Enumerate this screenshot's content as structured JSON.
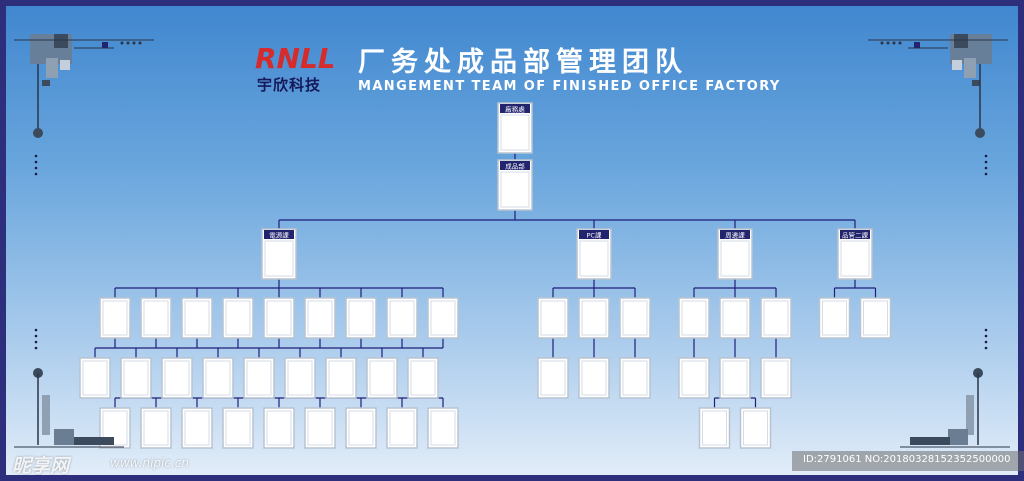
{
  "header": {
    "logo_mark": "RNLL",
    "logo_name": "宇欣科技",
    "title_cn": "厂务处成品部管理团队",
    "title_en": "MANGEMENT TEAM OF FINISHED OFFICE FACTORY"
  },
  "org": {
    "root": "廠務處",
    "level2": "成品部",
    "divisions": [
      {
        "label": "電源課",
        "row1": 9,
        "row2": 9,
        "row3": 9
      },
      {
        "label": "PC課",
        "row1": 3,
        "row2": 3,
        "row3": 0
      },
      {
        "label": "周邊課",
        "row1": 3,
        "row2": 3,
        "row3": 2
      },
      {
        "label": "品管二課",
        "row1": 2,
        "row2": 0,
        "row3": 0
      }
    ]
  },
  "watermark": {
    "site": "昵享网",
    "url": "www.nipic.cn",
    "id_text": "ID:2791061 NO:20180328152352500000"
  },
  "colors": {
    "line": "#1f1f7a",
    "frame": "#2e2f7c",
    "tag": "#22246e",
    "card_border": "#b8c3d1"
  }
}
